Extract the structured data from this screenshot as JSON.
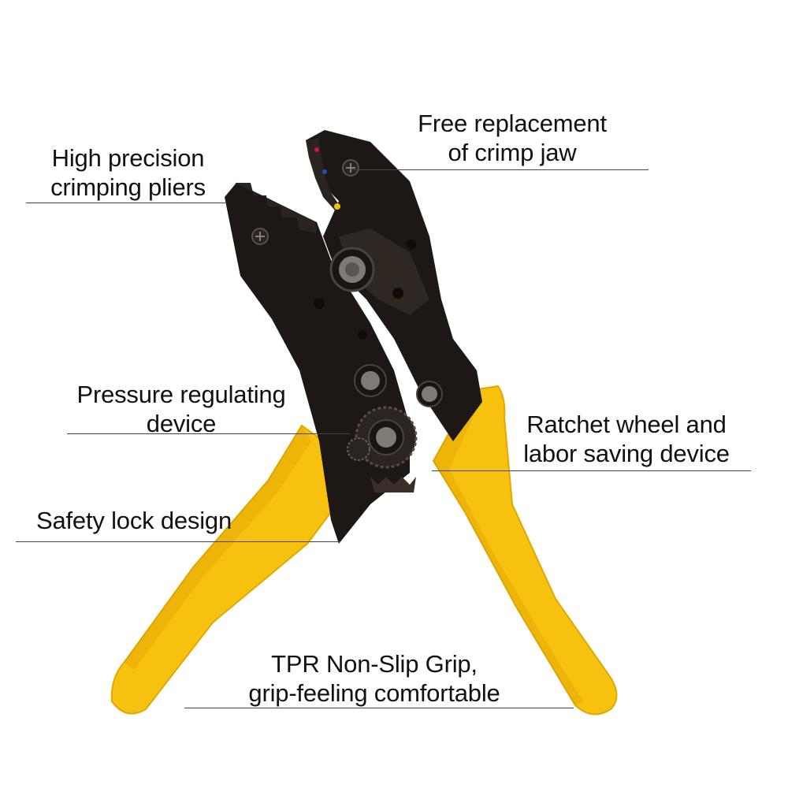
{
  "colors": {
    "background": "#ffffff",
    "handle_grip": "#f7c20f",
    "handle_shadow": "#d99a00",
    "metal_body": "#1d1815",
    "metal_highlight": "#3a322c",
    "label_text": "#111111",
    "leader_line": "#444444"
  },
  "icons": [
    "pivot-bolt-icon",
    "screw-icon",
    "ratchet-wheel-icon"
  ],
  "callouts": {
    "high_precision": {
      "line1": "High precision",
      "line2": "crimping pliers"
    },
    "free_replacement": {
      "line1": "Free replacement",
      "line2": "of crimp jaw"
    },
    "pressure_regulating": {
      "line1": "Pressure regulating",
      "line2": "device"
    },
    "ratchet_wheel": {
      "line1": "Ratchet wheel and",
      "line2": "labor saving device"
    },
    "safety_lock": {
      "line1": "Safety lock design"
    },
    "tpr_grip": {
      "line1": "TPR Non-Slip Grip,",
      "line2": "grip-feeling comfortable"
    }
  }
}
